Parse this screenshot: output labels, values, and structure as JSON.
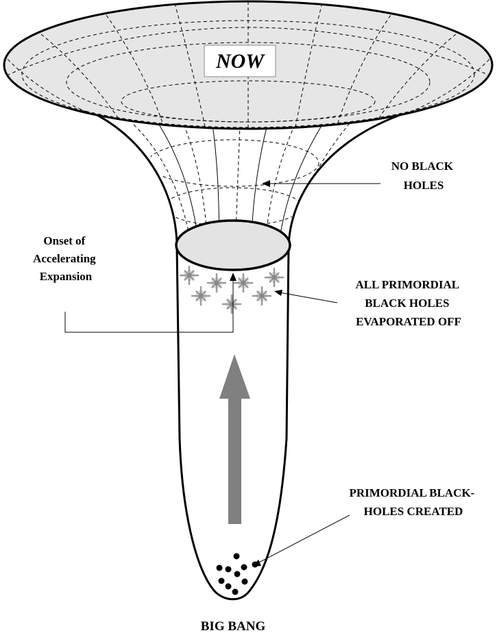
{
  "labels": {
    "now": "NOW",
    "no_black_holes": [
      "NO BLACK",
      "HOLES"
    ],
    "onset": [
      "Onset of",
      "Accelerating",
      "Expansion"
    ],
    "evaporated": [
      "ALL PRIMORDIAL",
      "BLACK HOLES",
      "EVAPORATED OFF"
    ],
    "created": [
      "PRIMORDIAL BLACK-",
      "HOLES CREATED"
    ],
    "big_bang": "BIG BANG"
  },
  "colors": {
    "funnel_top_fill": "#e6e6e6",
    "inner_disc_fill": "#e3e3e3",
    "arrow_fill": "#808080",
    "stroke": "#000000",
    "star": "#9a9a9a"
  }
}
